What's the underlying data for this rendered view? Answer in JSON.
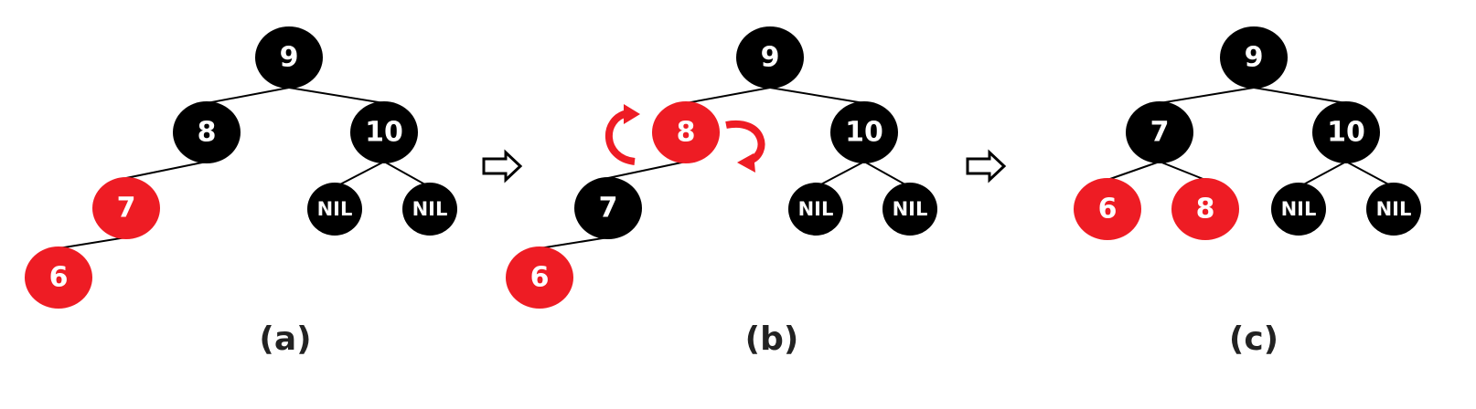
{
  "colors": {
    "black_node": "#000000",
    "red_node": "#ee1c24",
    "label": "#ffffff"
  },
  "panels": [
    {
      "caption": "(a)",
      "nodes": [
        {
          "label": "9",
          "color": "black"
        },
        {
          "label": "8",
          "color": "black"
        },
        {
          "label": "10",
          "color": "black"
        },
        {
          "label": "7",
          "color": "red"
        },
        {
          "label": "NIL",
          "color": "black"
        },
        {
          "label": "NIL",
          "color": "black"
        },
        {
          "label": "6",
          "color": "red"
        }
      ]
    },
    {
      "caption": "(b)",
      "nodes": [
        {
          "label": "9",
          "color": "black"
        },
        {
          "label": "8",
          "color": "red"
        },
        {
          "label": "10",
          "color": "black"
        },
        {
          "label": "7",
          "color": "black"
        },
        {
          "label": "NIL",
          "color": "black"
        },
        {
          "label": "NIL",
          "color": "black"
        },
        {
          "label": "6",
          "color": "red"
        }
      ]
    },
    {
      "caption": "(c)",
      "nodes": [
        {
          "label": "9",
          "color": "black"
        },
        {
          "label": "7",
          "color": "black"
        },
        {
          "label": "10",
          "color": "black"
        },
        {
          "label": "6",
          "color": "red"
        },
        {
          "label": "8",
          "color": "red"
        },
        {
          "label": "NIL",
          "color": "black"
        },
        {
          "label": "NIL",
          "color": "black"
        }
      ]
    }
  ],
  "transition_arrows": [
    "hollow-right-arrow",
    "hollow-right-arrow"
  ],
  "rotation_markers": [
    "rotate-ccw-icon",
    "rotate-cw-icon"
  ]
}
